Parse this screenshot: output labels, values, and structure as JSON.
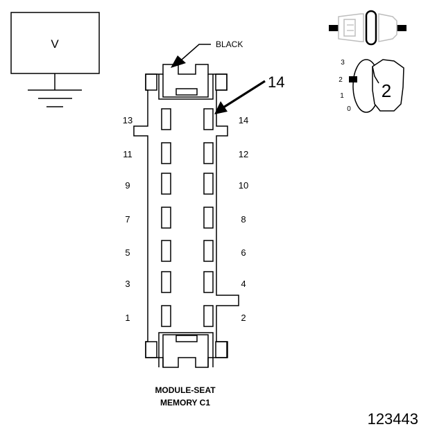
{
  "meter": {
    "label": "V"
  },
  "connector": {
    "wire_color": "BLACK",
    "pin_callout": "14",
    "caption_line1": "MODULE-SEAT",
    "caption_line2": "MEMORY C1",
    "pins_left": [
      "13",
      "11",
      "9",
      "7",
      "5",
      "3",
      "1"
    ],
    "pins_right": [
      "14",
      "12",
      "10",
      "8",
      "6",
      "4",
      "2"
    ]
  },
  "selector": {
    "positions": [
      "3",
      "2",
      "1",
      "0"
    ],
    "value": "2"
  },
  "figure_id": "123443"
}
